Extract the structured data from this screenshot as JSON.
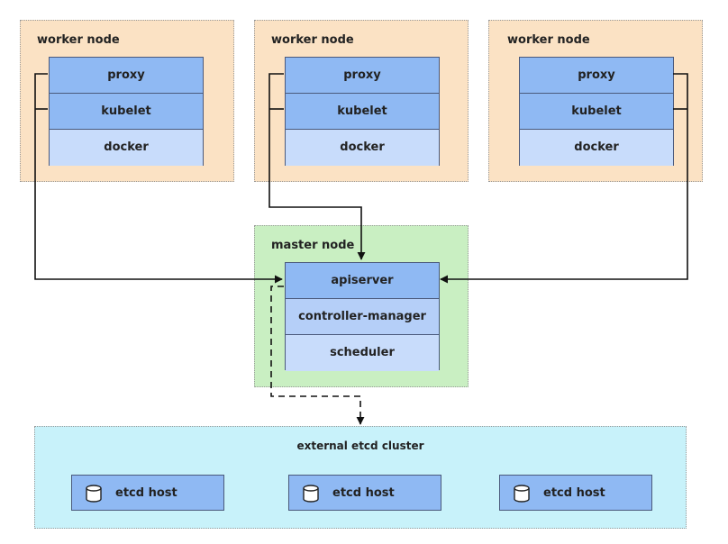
{
  "workers": [
    {
      "title": "worker node",
      "components": [
        "proxy",
        "kubelet",
        "docker"
      ]
    },
    {
      "title": "worker node",
      "components": [
        "proxy",
        "kubelet",
        "docker"
      ]
    },
    {
      "title": "worker node",
      "components": [
        "proxy",
        "kubelet",
        "docker"
      ]
    }
  ],
  "master": {
    "title": "master node",
    "components": [
      "apiserver",
      "controller-manager",
      "scheduler"
    ]
  },
  "etcd": {
    "title": "external etcd cluster",
    "hosts": [
      "etcd host",
      "etcd host",
      "etcd host"
    ],
    "host_icon": "database-cylinder-icon"
  },
  "colors": {
    "worker_bg": "#fbe2c4",
    "master_bg": "#c9efc2",
    "etcd_bg": "#c8f2fa",
    "component_dark": "#8fb9f3",
    "component_light": "#c8dcfb"
  }
}
